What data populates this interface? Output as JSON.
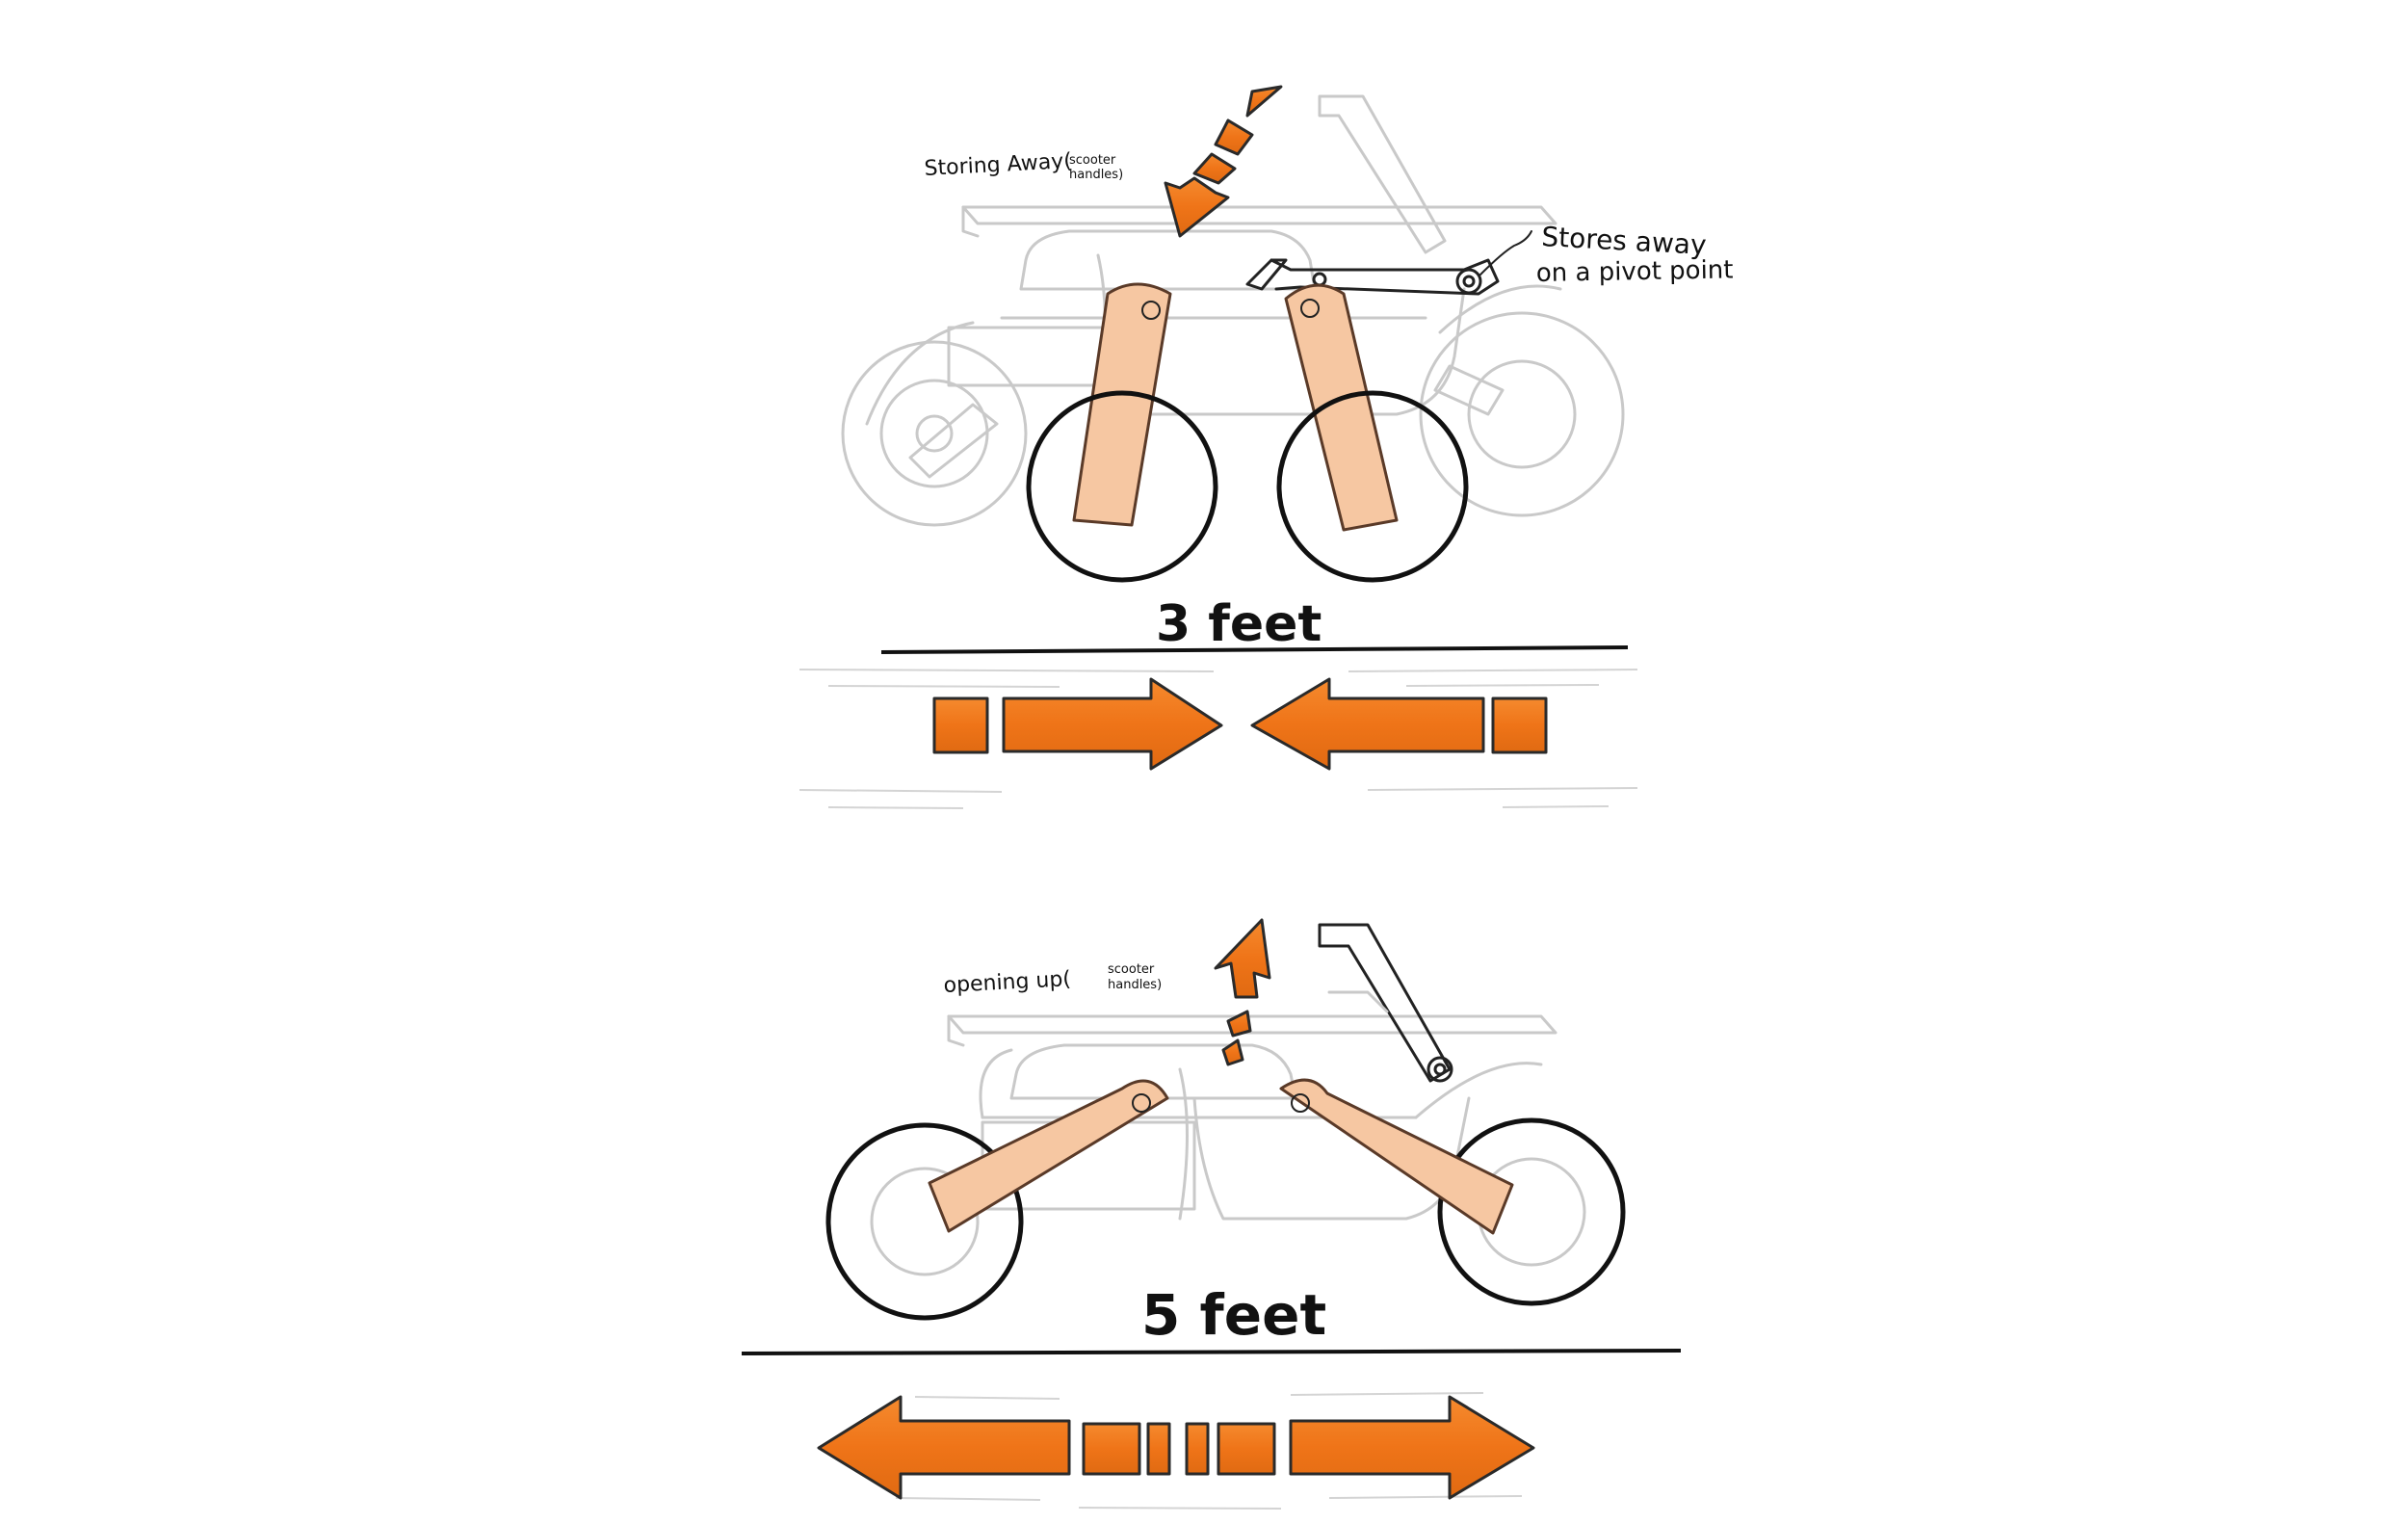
{
  "diagram": {
    "top": {
      "caption_main": "Storing Away(",
      "caption_sub_1": "scooter",
      "caption_sub_2": "handles)",
      "note_line_1": "Stores away",
      "note_line_2": "on a pivot point",
      "distance_label": "3 feet"
    },
    "bottom": {
      "caption_main": "opening up(",
      "caption_sub_1": "scooter",
      "caption_sub_2": "handles)",
      "distance_label": "5 feet"
    }
  },
  "colors": {
    "accent": "#f07a1c",
    "leg_fill": "#f6c7a2",
    "ghost": "#c9c9c9",
    "ink": "#111111"
  }
}
